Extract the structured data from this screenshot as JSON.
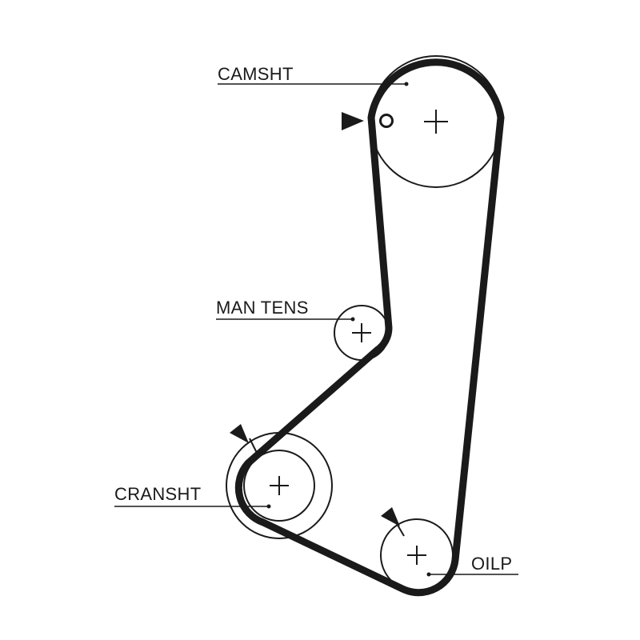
{
  "diagram": {
    "labels": {
      "camshaft": "CAMSHT",
      "manual_tensioner": "MAN TENS",
      "crankshaft": "CRANSHT",
      "oil_pump": "OILP"
    },
    "colors": {
      "belt": "#1a1a1a",
      "pulley": "#1a1a1a",
      "background": "#ffffff"
    }
  }
}
